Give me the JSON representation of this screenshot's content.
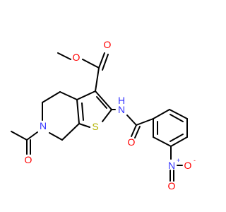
{
  "molecule": {
    "colors": {
      "bond": "#000000",
      "O": "#ff0000",
      "N": "#3333ff",
      "S": "#b3b300"
    },
    "atom_labels": {
      "o_ester_carbonyl": "O",
      "o_ester_ether": "O",
      "n_amide": "N",
      "h_amide": "H",
      "s_thiophene": "S",
      "n_ring": "N",
      "o_acetyl": "O",
      "o_amide": "O",
      "n_nitro": "N",
      "n_nitro_charge": "+",
      "o_nitro_top": "O",
      "o_nitro_right": "O",
      "o_nitro_charge": "-"
    }
  }
}
